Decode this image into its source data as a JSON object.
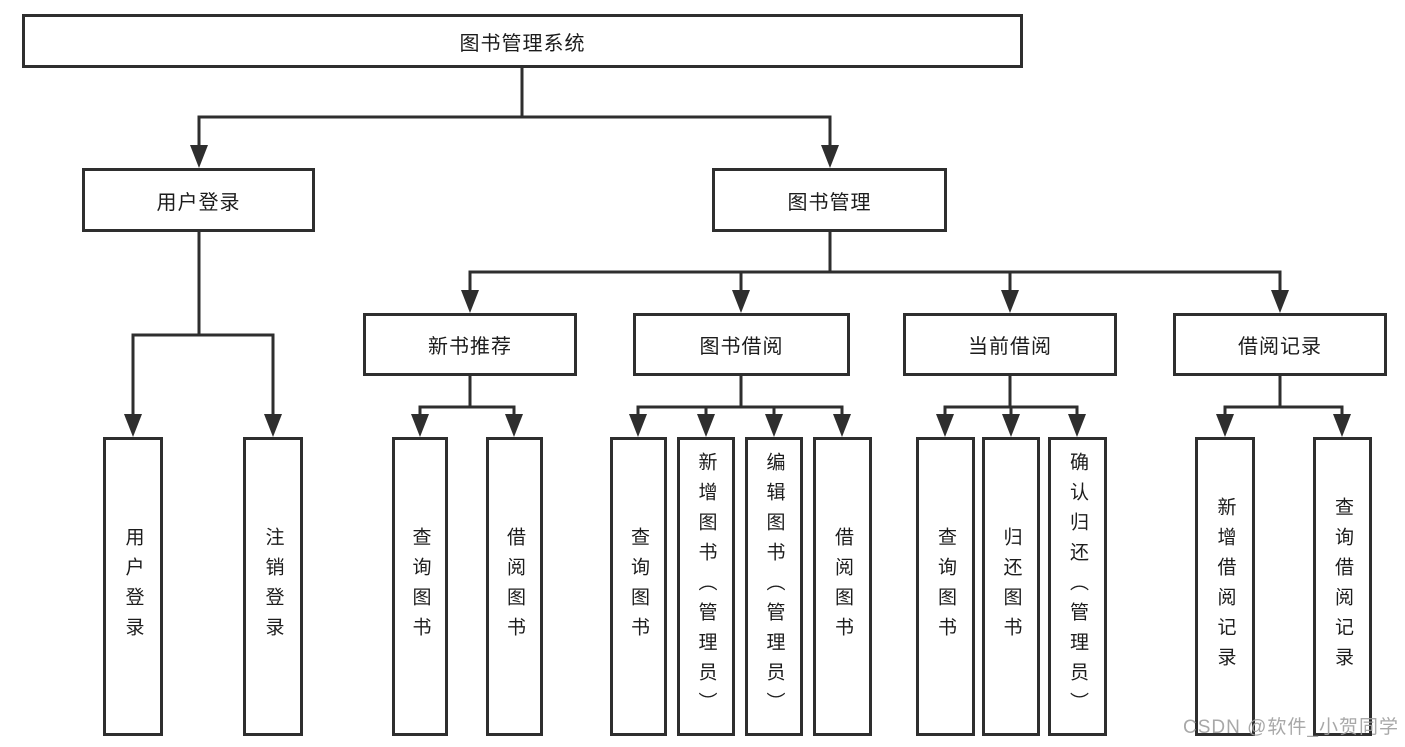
{
  "tree": {
    "root": "图书管理系统",
    "branches": [
      {
        "label": "用户登录",
        "leaves": [
          "用户登录",
          "注销登录"
        ]
      },
      {
        "label": "图书管理",
        "children": [
          {
            "label": "新书推荐",
            "leaves": [
              "查询图书",
              "借阅图书"
            ]
          },
          {
            "label": "图书借阅",
            "leaves": [
              "查询图书",
              "新增图书（管理员）",
              "编辑图书（管理员）",
              "借阅图书"
            ]
          },
          {
            "label": "当前借阅",
            "leaves": [
              "查询图书",
              "归还图书",
              "确认归还（管理员）"
            ]
          },
          {
            "label": "借阅记录",
            "leaves": [
              "新增借阅记录",
              "查询借阅记录"
            ]
          }
        ]
      }
    ]
  },
  "watermark": {
    "text": "CSDN @软件_小贺同学"
  }
}
